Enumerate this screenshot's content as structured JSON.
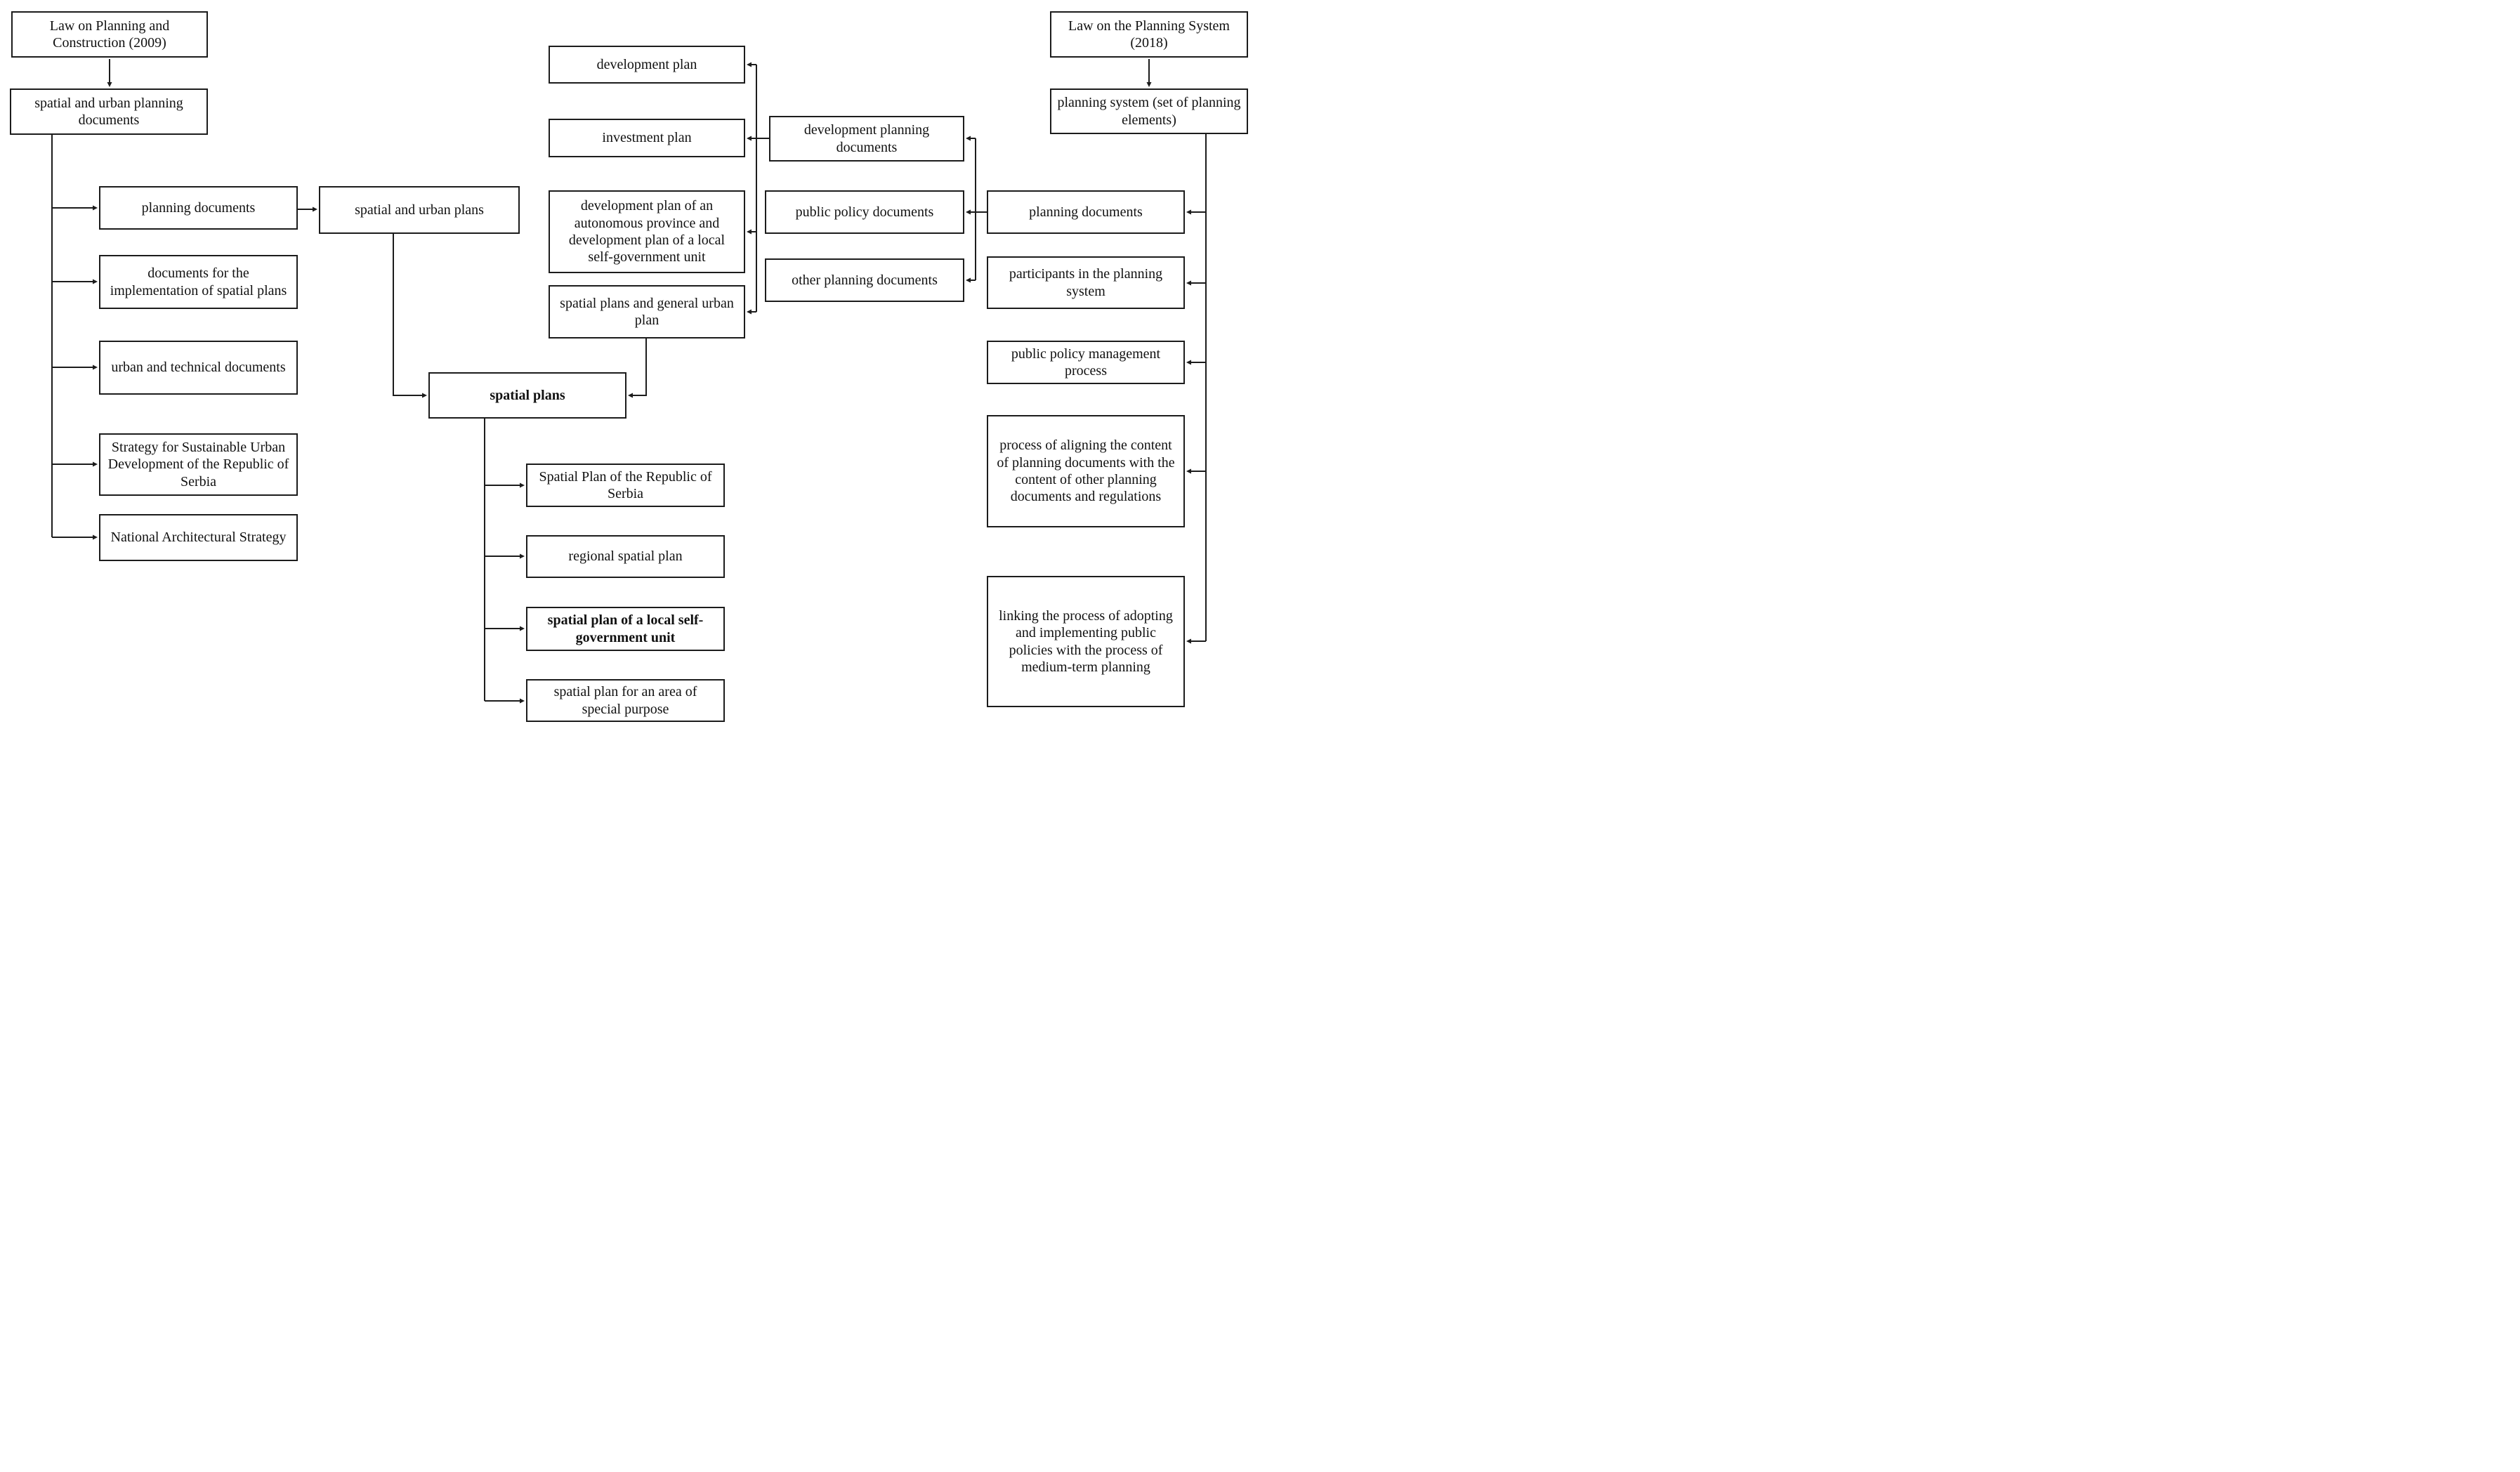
{
  "diagram": {
    "type": "flowchart",
    "background": "#ffffff",
    "box_border_color": "#1c1c1c",
    "line_color": "#1c1c1c",
    "text_color": "#111111"
  },
  "nodes": {
    "law_2009": {
      "label": "Law on Planning and Construction (2009)",
      "bold": false
    },
    "sup_docs": {
      "label": "spatial and urban planning documents",
      "bold": false
    },
    "planning_docs_2009": {
      "label": "planning documents",
      "bold": false
    },
    "impl_docs": {
      "label": "documents for the implementation of spatial plans",
      "bold": false
    },
    "urban_tech_docs": {
      "label": "urban and technical documents",
      "bold": false
    },
    "strategy_sud": {
      "label": "Strategy for Sustainable Urban Development of the Republic of Serbia",
      "bold": false
    },
    "nat_arch_strategy": {
      "label": "National Architectural Strategy",
      "bold": false
    },
    "spatial_urban_plans": {
      "label": "spatial and urban plans",
      "bold": false
    },
    "development_plan": {
      "label": "development plan",
      "bold": false
    },
    "investment_plan": {
      "label": "investment plan",
      "bold": false
    },
    "dev_plan_ap_lsgu": {
      "label": "development plan of an autonomous province and development plan of a local self-government unit",
      "bold": false
    },
    "sp_gup": {
      "label": "spatial plans and general urban plan",
      "bold": false
    },
    "dev_planning_docs": {
      "label": "development planning documents",
      "bold": false
    },
    "public_policy_docs": {
      "label": "public policy documents",
      "bold": false
    },
    "other_planning_docs": {
      "label": "other planning documents",
      "bold": false
    },
    "spatial_plans": {
      "label": "spatial plans",
      "bold": true
    },
    "sp_republic": {
      "label": "Spatial Plan of the Republic of Serbia",
      "bold": false
    },
    "regional_sp": {
      "label": "regional spatial plan",
      "bold": false
    },
    "sp_lsgu": {
      "label": "spatial plan of a local self-government unit",
      "bold": true
    },
    "sp_special": {
      "label": "spatial plan for an area of special purpose",
      "bold": false
    },
    "law_2018": {
      "label": "Law on the Planning System (2018)",
      "bold": false
    },
    "planning_system": {
      "label": "planning system (set of planning elements)",
      "bold": false
    },
    "planning_docs_2018": {
      "label": "planning documents",
      "bold": false
    },
    "participants": {
      "label": "participants in the planning system",
      "bold": false
    },
    "pp_mgmt": {
      "label": "public policy management process",
      "bold": false
    },
    "aligning": {
      "label": "process of aligning the content of planning documents with the content of other planning documents and regulations",
      "bold": false
    },
    "linking": {
      "label": "linking the process of adopting and implementing public policies with the process of medium-term planning",
      "bold": false
    }
  },
  "edges": [
    {
      "from": "law_2009",
      "to": "sup_docs"
    },
    {
      "from": "sup_docs",
      "to": "planning_docs_2009"
    },
    {
      "from": "sup_docs",
      "to": "impl_docs"
    },
    {
      "from": "sup_docs",
      "to": "urban_tech_docs"
    },
    {
      "from": "sup_docs",
      "to": "strategy_sud"
    },
    {
      "from": "sup_docs",
      "to": "nat_arch_strategy"
    },
    {
      "from": "planning_docs_2009",
      "to": "spatial_urban_plans"
    },
    {
      "from": "spatial_urban_plans",
      "to": "spatial_plans"
    },
    {
      "from": "sp_gup",
      "to": "spatial_plans"
    },
    {
      "from": "spatial_plans",
      "to": "sp_republic"
    },
    {
      "from": "spatial_plans",
      "to": "regional_sp"
    },
    {
      "from": "spatial_plans",
      "to": "sp_lsgu"
    },
    {
      "from": "spatial_plans",
      "to": "sp_special"
    },
    {
      "from": "dev_planning_docs",
      "to": "development_plan"
    },
    {
      "from": "dev_planning_docs",
      "to": "investment_plan"
    },
    {
      "from": "dev_planning_docs",
      "to": "dev_plan_ap_lsgu"
    },
    {
      "from": "dev_planning_docs",
      "to": "sp_gup"
    },
    {
      "from": "planning_docs_2018",
      "to": "dev_planning_docs"
    },
    {
      "from": "planning_docs_2018",
      "to": "public_policy_docs"
    },
    {
      "from": "planning_docs_2018",
      "to": "other_planning_docs"
    },
    {
      "from": "law_2018",
      "to": "planning_system"
    },
    {
      "from": "planning_system",
      "to": "planning_docs_2018"
    },
    {
      "from": "planning_system",
      "to": "participants"
    },
    {
      "from": "planning_system",
      "to": "pp_mgmt"
    },
    {
      "from": "planning_system",
      "to": "aligning"
    },
    {
      "from": "planning_system",
      "to": "linking"
    }
  ]
}
